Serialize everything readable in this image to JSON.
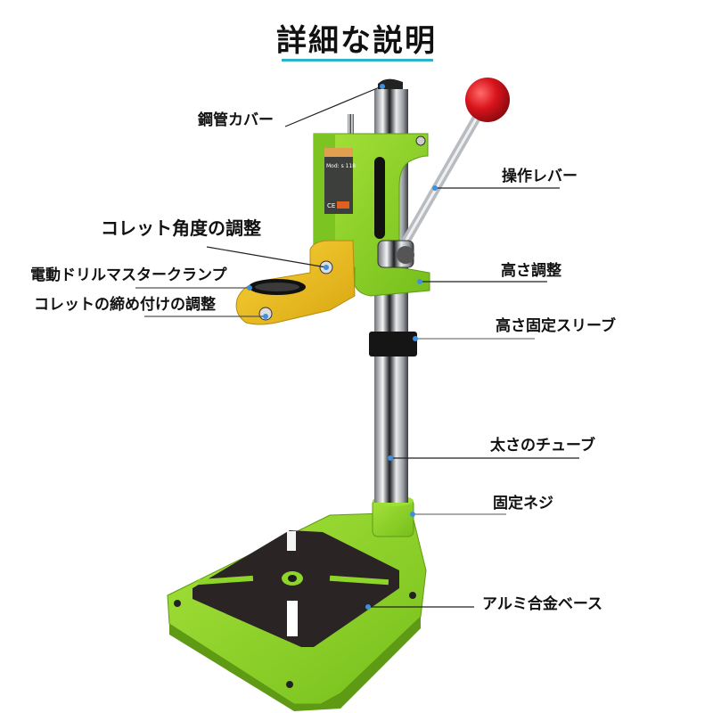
{
  "header": {
    "title": "詳細な説明",
    "underline_color": "#2bb3c7"
  },
  "colors": {
    "body_green": "#8fd42a",
    "body_green_dark": "#6aa816",
    "clamp_yellow": "#f2c21c",
    "chrome": "#c9ccd0",
    "base_plate": "#2a2424",
    "knob_red": "#d9141c",
    "marker_blue": "#3d8fe0",
    "leader_line": "#222222"
  },
  "callouts": {
    "tube_cover": {
      "label": "鋼管カバー"
    },
    "lever": {
      "label": "操作レバー"
    },
    "collet_angle": {
      "label": "コレット角度の調整"
    },
    "drill_clamp": {
      "label": "電動ドリルマスタークランプ"
    },
    "collet_tighten": {
      "label": "コレットの締め付けの調整"
    },
    "height_adjust": {
      "label": "高さ調整"
    },
    "height_sleeve": {
      "label": "高さ固定スリーブ"
    },
    "tube": {
      "label": "太さのチューブ"
    },
    "fix_screw": {
      "label": "固定ネジ"
    },
    "base": {
      "label": "アルミ合金ベース"
    }
  },
  "product_label": {
    "model": "Mod: s 118",
    "mark": "CE"
  }
}
